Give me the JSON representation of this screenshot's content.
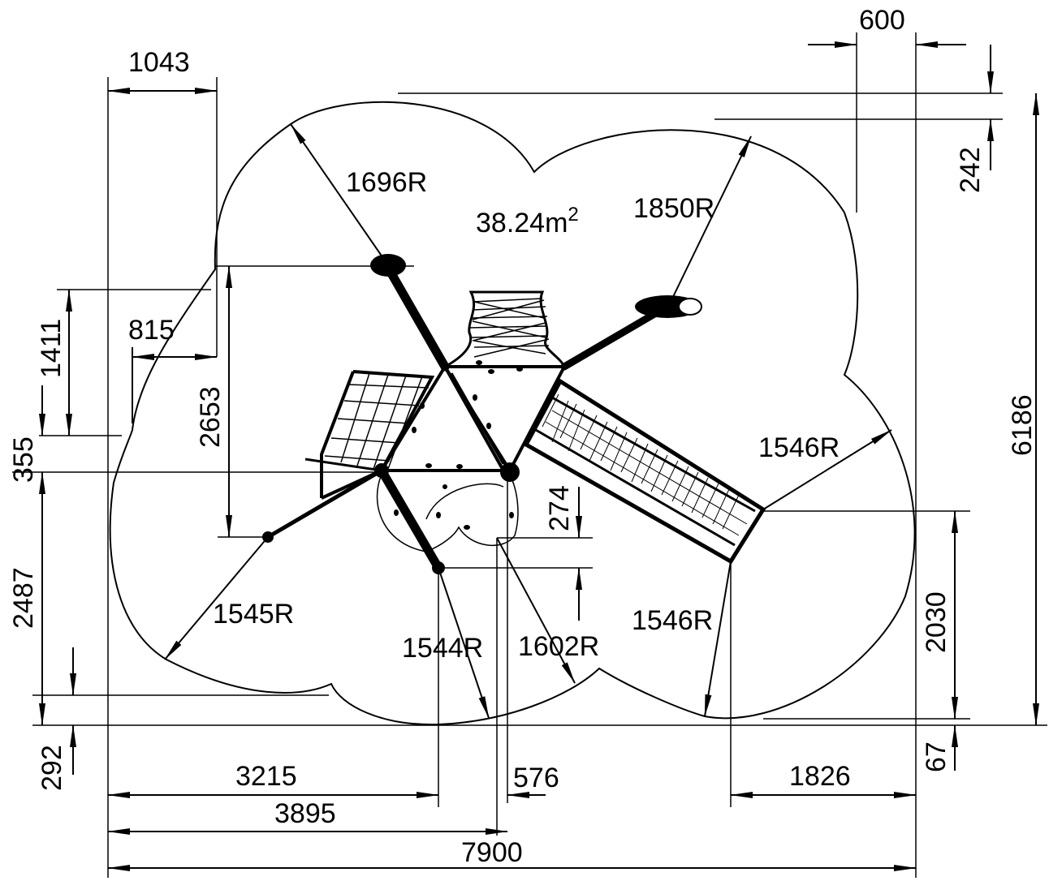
{
  "drawing": {
    "area": {
      "value": "38.24m",
      "sup": "2"
    },
    "dimensions": {
      "top_600": "600",
      "top_1043": "1043",
      "right_242": "242",
      "right_6186": "6186",
      "left_1411": "1411",
      "left_815": "815",
      "left_2653": "2653",
      "left_355": "355",
      "left_2487": "2487",
      "left_292": "292",
      "mid_274": "274",
      "right_2030": "2030",
      "right_67": "67",
      "bottom_3215": "3215",
      "bottom_576": "576",
      "bottom_1826": "1826",
      "bottom_3895": "3895",
      "bottom_7900": "7900"
    },
    "radii": {
      "r1696": "1696R",
      "r1850": "1850R",
      "r1546_right": "1546R",
      "r1545": "1545R",
      "r1544": "1544R",
      "r1602": "1602R",
      "r1546_bottom": "1546R"
    }
  }
}
